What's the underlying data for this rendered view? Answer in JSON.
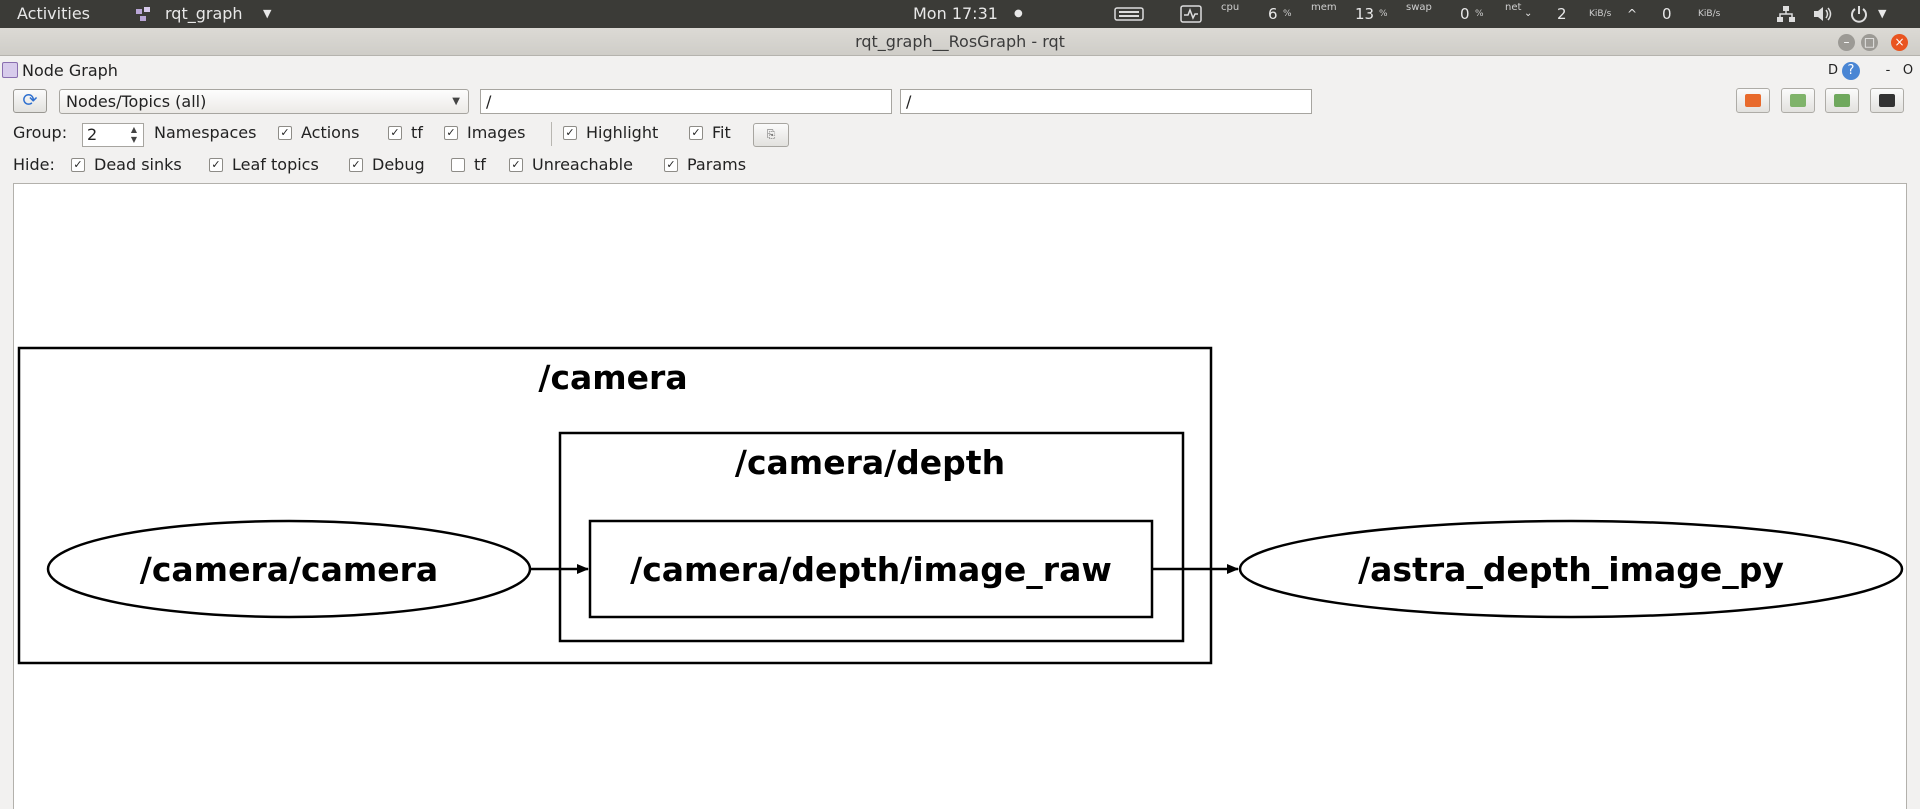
{
  "topbar": {
    "activities": "Activities",
    "app_menu": "rqt_graph",
    "clock": "Mon 17:31",
    "cpu_label": "cpu",
    "cpu_value": "6",
    "mem_label": "mem",
    "mem_value": "13",
    "swap_label": "swap",
    "swap_value": "0",
    "percent": "%",
    "net_label": "net",
    "net_down": "2",
    "net_up": "0",
    "kib_unit": "KiB/s"
  },
  "window": {
    "title": "rqt_graph__RosGraph - rqt"
  },
  "dock": {
    "title": "Node Graph",
    "d_label": "D",
    "help_label": "?",
    "minus_label": "-",
    "close_label": "O"
  },
  "toolbar": {
    "refresh_icon": "refresh-icon",
    "graph_mode": "Nodes/Topics (all)",
    "node_filter": "/",
    "topic_filter": "/"
  },
  "options": {
    "group_label": "Group:",
    "group_value": "2",
    "namespaces": "Namespaces",
    "actions": "Actions",
    "tf": "tf",
    "images": "Images",
    "highlight": "Highlight",
    "fit": "Fit",
    "check_mark": "✓",
    "fit_button_glyph": "⎘"
  },
  "hide": {
    "label": "Hide:",
    "dead_sinks": "Dead sinks",
    "leaf_topics": "Leaf topics",
    "debug": "Debug",
    "tf": "tf",
    "unreachable": "Unreachable",
    "params": "Params"
  },
  "graph": {
    "cluster_outer": "/camera",
    "cluster_inner": "/camera/depth",
    "node_source": "/camera/camera",
    "topic": "/camera/depth/image_raw",
    "node_sink": "/astra_depth_image_py"
  },
  "colors": {
    "topbar_bg": "#3b3b37",
    "close_button": "#e95420",
    "window_bg": "#f2f1f0"
  }
}
